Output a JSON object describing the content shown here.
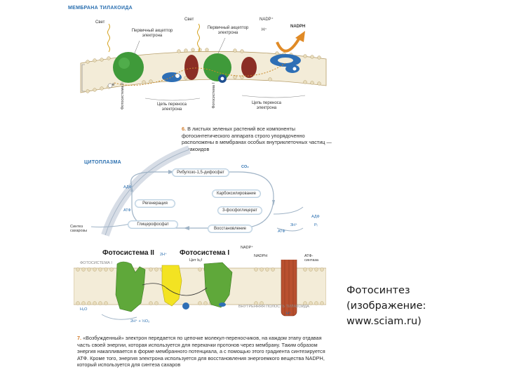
{
  "top": {
    "heading": "МЕМБРАНА ТИЛАКОИДА",
    "light_1": "Свет",
    "light_2": "Свет",
    "primary_acceptor_1": "Первичный акцептор электрона",
    "primary_acceptor_2": "Первичный акцептор электрона",
    "nadp": "NADP⁺",
    "h": "H⁺",
    "nadph": "NADPH",
    "e_label": "e",
    "ps1_vertical": "Фотосистема II",
    "ps2_vertical": "Фотосистема I",
    "chain_1": "Цепь переноса электрона",
    "chain_2": "Цепь переноса электрона"
  },
  "caption6": {
    "num": "6.",
    "text": "В листьях зеленых растений все компоненты фотосинтетического аппарата строго упорядоченно расположены в мембранах особых внутриклеточных частиц — тилакоидов"
  },
  "cycle": {
    "heading": "ЦИТОПЛАЗМА",
    "rbp": "Рибулозо-1,5-дифосфат",
    "co2": "CO₂",
    "adp": "АДФ",
    "regeneration": "Регенерация",
    "carboxylation": "Карбоксилирование",
    "atf_left": "АТФ",
    "phosphoglycerate": "3-фосфоглицерат",
    "glycerophosphate": "Глицерофосфат",
    "reduction": "Восстановление",
    "synthesis": "Синтез сахарозы",
    "adp_r": "АДФ",
    "p_r": "Pᵢ",
    "atf_r": "АТФ",
    "h_r": "3H⁺",
    "nadp_r": "NADP⁺",
    "nadph_r": "NADPH"
  },
  "membrane": {
    "ps2": "Фотосистема II",
    "ps1": "Фотосистема I",
    "zh": "2H⁺",
    "lumen": "ФОТОСИСТЕМА I",
    "cyt": "Цит b₆f",
    "h2o": "H₂O",
    "o2": "2H⁺ + ½O₂",
    "atp_synth": "АТФ-синтаза",
    "lumen_label": "ВНУТРЕННЯЯ ПОЛОСТЬ ТИЛАКОИДА",
    "h_bottom": "H⁺"
  },
  "caption7": {
    "num": "7.",
    "text": "«Возбужденный» электрон передается по цепочке молекул-переносчиков, на каждом этапу отдавая часть своей энергии, которая используется для перекачки протонов через мембрану. Таким образом энергия накапливается в форме мембранного потенциала, а с помощью этого градиента синтезируется АТФ. Кроме того, энергия электрона используется для восстановления энергоемкого вещества NADPH, который используется для синтеза сахаров"
  },
  "side_caption": {
    "line1": "Фотосинтез",
    "line2": "(изображение:",
    "line3": "www.sciam.ru)"
  }
}
